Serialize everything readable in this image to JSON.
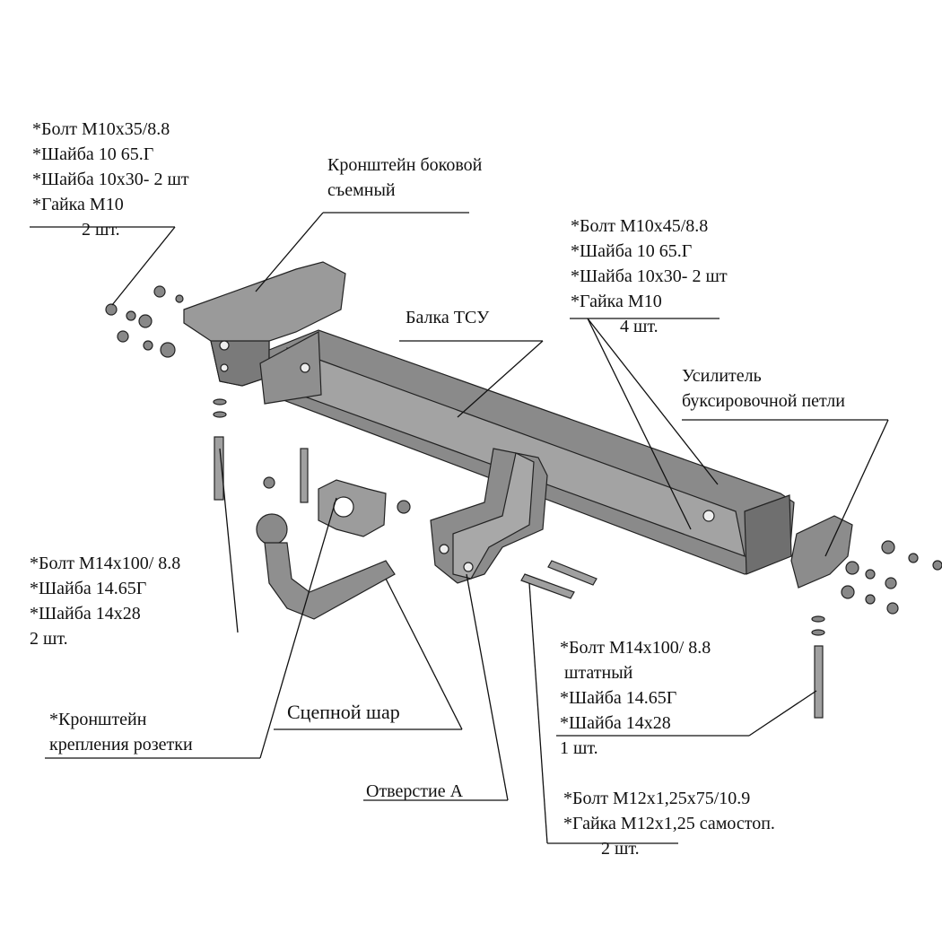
{
  "labels": {
    "bracket_left_fasteners": [
      "*Болт М10x35/8.8",
      "*Шайба 10 65.Г",
      "*Шайба 10x30- 2 шт",
      "*Гайка М10"
    ],
    "bracket_left_qty": "2 шт.",
    "side_bracket": [
      "Кронштейн боковой",
      "съемный"
    ],
    "beam_fasteners": [
      "*Болт М10x45/8.8",
      "*Шайба 10 65.Г",
      "*Шайба 10x30- 2 шт",
      "*Гайка М10"
    ],
    "beam_fasteners_qty": "4 шт.",
    "beam": "Балка ТСУ",
    "reinforcement": [
      "Усилитель",
      "буксировочной петли"
    ],
    "bolt_m14_left": [
      "*Болт М14x100/ 8.8",
      "*Шайба 14.65Г",
      "*Шайба 14x28",
      "2 шт."
    ],
    "bolt_m14_right": [
      "*Болт М14x100/ 8.8",
      " штатный",
      "*Шайба 14.65Г",
      "*Шайба 14x28",
      "1 шт."
    ],
    "socket_bracket": [
      "*Кронштейн",
      "крепления розетки"
    ],
    "tow_ball": "Сцепной шар",
    "hole_a": "Отверстие А",
    "bolt_m12": [
      "*Болт М12x1,25x75/10.9",
      "*Гайка М12x1,25 самостоп."
    ],
    "bolt_m12_qty": "2 шт."
  },
  "colors": {
    "part": "#8e8e8e",
    "part_dark": "#5d5d5d",
    "part_light": "#b9b9b9",
    "line": "#111111"
  }
}
